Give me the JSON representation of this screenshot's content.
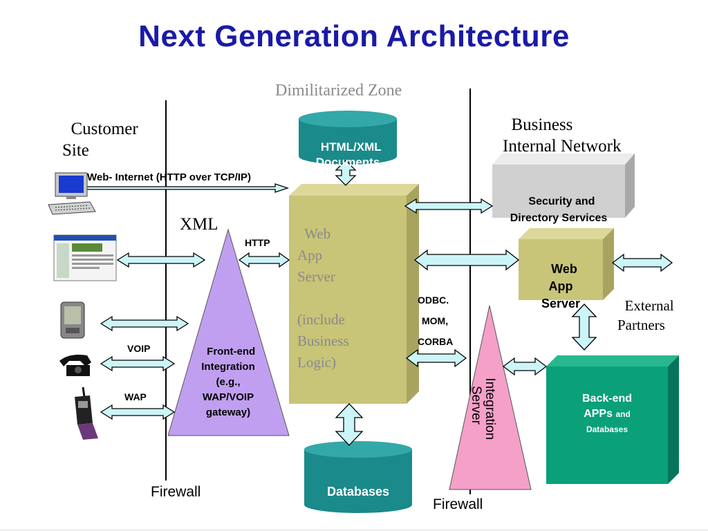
{
  "title": "Next Generation Architecture",
  "zones": {
    "customer": "Customer\nSite",
    "dmz": "Dimilitarized Zone",
    "business": "Business\nInternal Network"
  },
  "labels": {
    "web_internet": "Web- Internet (HTTP over TCP/IP)",
    "xml": "XML",
    "http": "HTTP",
    "voip": "VOIP",
    "wap": "WAP",
    "odbc": "ODBC.",
    "mom": "MOM,",
    "corba": "CORBA",
    "firewall_left": "Firewall",
    "firewall_right": "Firewall",
    "external_partners": "External\nPartners"
  },
  "nodes": {
    "html_docs": "HTML/XML\nDocuments",
    "databases": "Databases",
    "security": "Security and\nDirectory Services",
    "web_app_server_main": "Web\nApp\nServer\n\n(include\nBusiness\nLogic)",
    "web_app_server_2": "Web\nApp\nServer",
    "front_end": "Front-end\nIntegration\n(e.g.,\nWAP/VOIP\ngateway)",
    "integration_server": "Integration\nServer",
    "backend_main": "Back-end",
    "backend_apps": "APPs",
    "backend_and": "and",
    "backend_db": "Databases"
  },
  "colors": {
    "title": "#1a1aa8",
    "teal": "#1a8a8a",
    "olive": "#c8c478",
    "purple": "#c09ff0",
    "pink": "#f4a0c8",
    "green": "#0aa07a",
    "grey": "#cfcfcf",
    "arrow_fill": "#ccf5f8"
  }
}
